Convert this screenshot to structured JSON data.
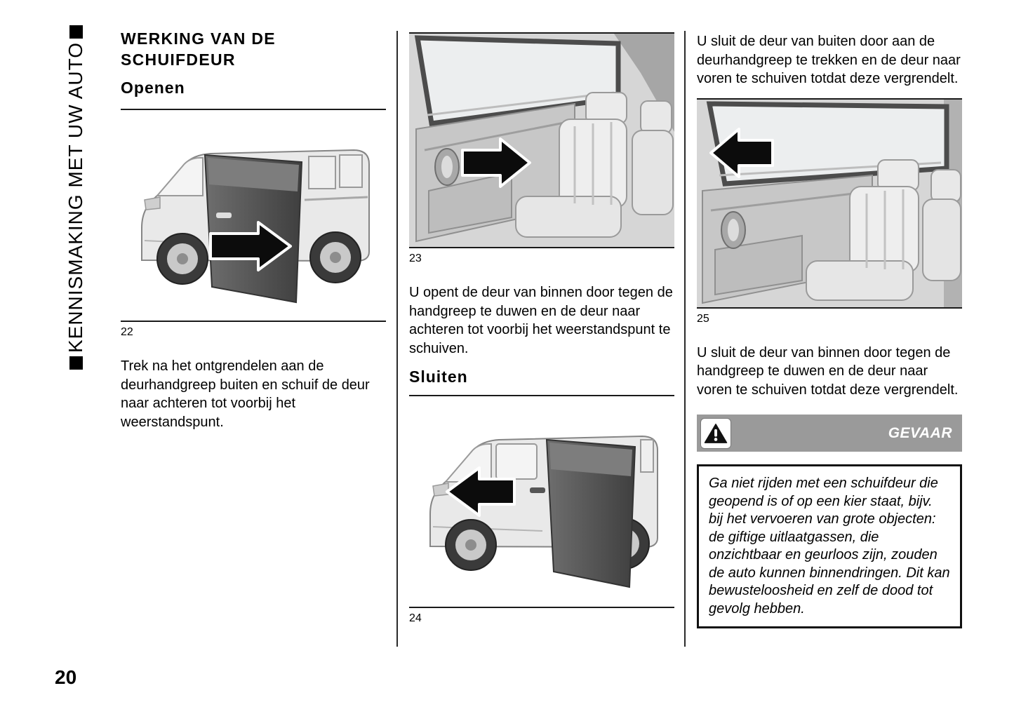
{
  "page": {
    "number": "20",
    "sidebar_label": "KENNISMAKING MET UW AUTO"
  },
  "left_column": {
    "heading": "WERKING VAN DE SCHUIFDEUR",
    "subheading": "Openen",
    "figure_caption": "22",
    "paragraph": "Trek na het ontgrendelen aan de deurhandgreep buiten en schuif de deur naar achteren tot voorbij het weerstandspunt."
  },
  "middle_column": {
    "figure_open_caption": "23",
    "paragraph_open": "U opent de deur van binnen door tegen de handgreep te duwen en de deur naar achteren tot voorbij het weerstandspunt te schuiven.",
    "subheading": "Sluiten",
    "figure_close_caption": "24"
  },
  "right_column": {
    "paragraph_close_outside": "U sluit de deur van buiten door aan de deurhandgreep te trekken en de deur naar voren te schuiven totdat deze vergrendelt.",
    "figure_caption": "25",
    "paragraph_close_inside": "U sluit de deur van binnen door tegen de handgreep te duwen en de deur naar voren te schuiven totdat deze vergrendelt.",
    "warning": {
      "title": "GEVAAR",
      "body": "Ga niet rijden met een schuifdeur die geopend is of op een kier staat, bijv. bij het vervoeren van grote objecten: de giftige uitlaatgassen, die onzichtbaar en geurloos zijn, zouden de auto kunnen binnendringen. Dit kan bewusteloosheid en zelf de dood tot gevolg hebben."
    }
  },
  "colors": {
    "warning_bar": "#9a9a9a",
    "rule": "#1a1a1a"
  }
}
